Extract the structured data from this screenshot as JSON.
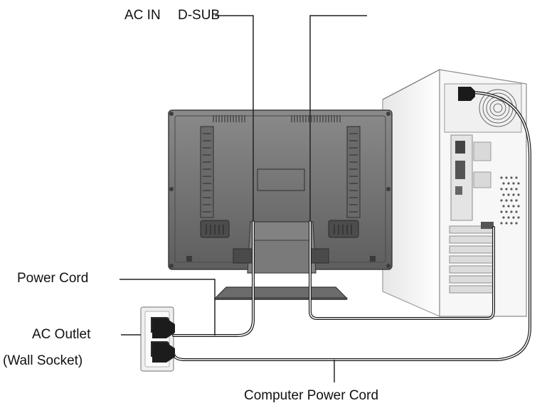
{
  "labels": {
    "ac_in": "AC IN",
    "d_sub": "D-SUB",
    "power_cord": "Power Cord",
    "ac_outlet": "AC Outlet",
    "wall_socket": "(Wall Socket)",
    "computer_power_cord": "Computer Power Cord"
  },
  "colors": {
    "background": "#ffffff",
    "leader_line": "#222222",
    "cable": "#1a1a1a",
    "monitor_body": "#7c7c7c",
    "monitor_dark": "#3a3a3a",
    "pc_case": "#f2f2f2",
    "outlet": "#eeeeee"
  }
}
